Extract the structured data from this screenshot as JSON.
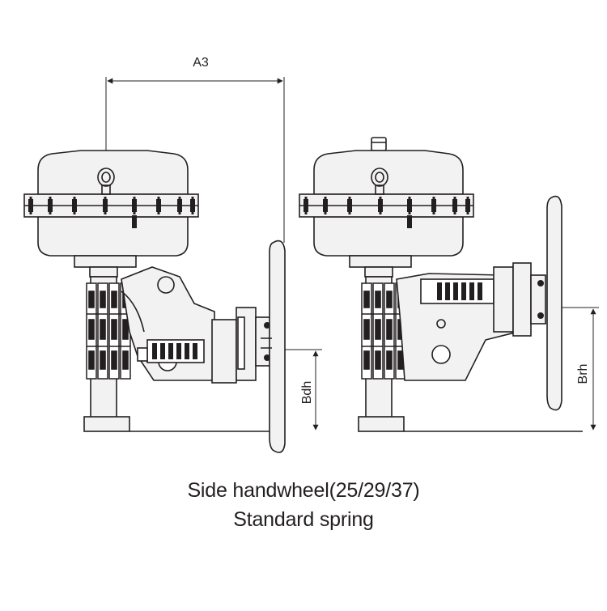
{
  "caption": {
    "line1": "Side handwheel(25/29/37)",
    "line2": "Standard spring"
  },
  "dimensions": {
    "a3": "A3",
    "bdh": "Bdh",
    "brh": "Brh"
  },
  "colors": {
    "line": "#231f20",
    "body_fill": "#f2f2f2"
  }
}
